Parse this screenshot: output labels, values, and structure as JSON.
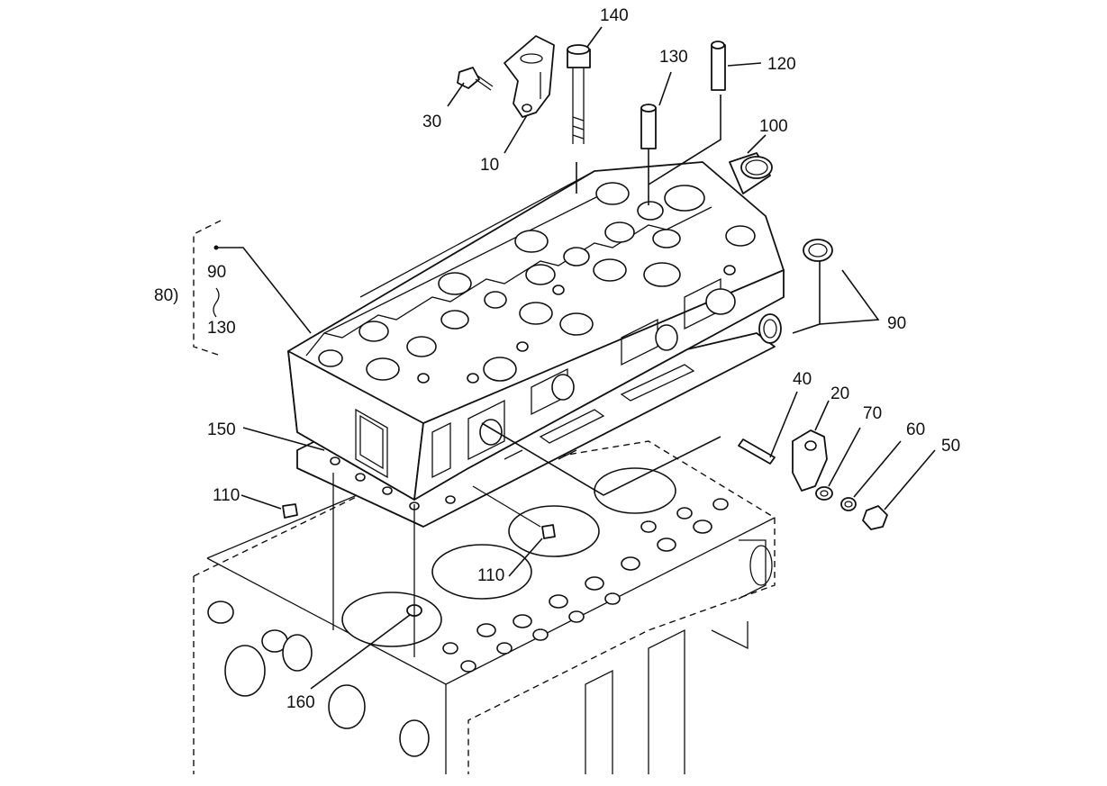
{
  "callouts": {
    "c140": "140",
    "c130_top": "130",
    "c120": "120",
    "c100": "100",
    "c30": "30",
    "c10": "10",
    "c80": "80)",
    "c90_range_start": "90",
    "c130_range_end": "130",
    "c90_right": "90",
    "c40": "40",
    "c20": "20",
    "c70": "70",
    "c60": "60",
    "c50": "50",
    "c150": "150",
    "c110_left": "110",
    "c110_center": "110",
    "c160": "160"
  }
}
